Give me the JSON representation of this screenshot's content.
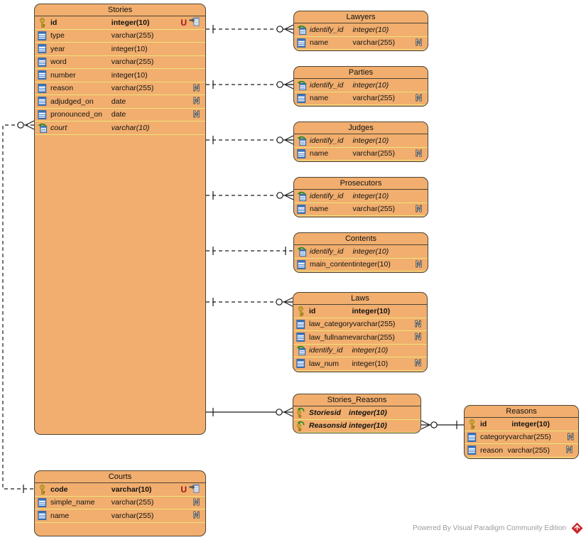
{
  "diagram": {
    "type": "entity-relationship-diagram",
    "background": "#ffffff"
  },
  "colors": {
    "entity_fill": "#F1AE6E",
    "entity_border": "#4D4434",
    "row_separator": "#EDE57A",
    "unique_marker": "#A31515",
    "nullable_marker": "#FFFFFF",
    "wire": "#1a1a1a",
    "footer_text": "#9C9C9C",
    "logo_red": "#C9252B"
  },
  "entities": [
    {
      "title": "Stories",
      "rows": [
        {
          "icon": "pk-icon",
          "name": "id",
          "type": "integer(10)",
          "emphasis": "bold",
          "unique": true
        },
        {
          "icon": "column-icon",
          "name": "type",
          "type": "varchar(255)"
        },
        {
          "icon": "column-icon",
          "name": "year",
          "type": "integer(10)"
        },
        {
          "icon": "column-icon",
          "name": "word",
          "type": "varchar(255)"
        },
        {
          "icon": "column-icon",
          "name": "number",
          "type": "integer(10)"
        },
        {
          "icon": "column-icon",
          "name": "reason",
          "type": "varchar(255)",
          "nullable": true
        },
        {
          "icon": "column-icon",
          "name": "adjudged_on",
          "type": "date",
          "nullable": true
        },
        {
          "icon": "column-icon",
          "name": "pronounced_on",
          "type": "date",
          "nullable": true
        },
        {
          "icon": "fk-icon",
          "name": "court",
          "type": "varchar(10)",
          "emphasis": "italic"
        }
      ]
    },
    {
      "title": "Lawyers",
      "rows": [
        {
          "icon": "fk-icon",
          "name": "identify_id",
          "type": "integer(10)",
          "emphasis": "italic"
        },
        {
          "icon": "column-icon",
          "name": "name",
          "type": "varchar(255)",
          "nullable": true
        }
      ]
    },
    {
      "title": "Parties",
      "rows": [
        {
          "icon": "fk-icon",
          "name": "identify_id",
          "type": "integer(10)",
          "emphasis": "italic"
        },
        {
          "icon": "column-icon",
          "name": "name",
          "type": "varchar(255)",
          "nullable": true
        }
      ]
    },
    {
      "title": "Judges",
      "rows": [
        {
          "icon": "fk-icon",
          "name": "identify_id",
          "type": "integer(10)",
          "emphasis": "italic"
        },
        {
          "icon": "column-icon",
          "name": "name",
          "type": "varchar(255)",
          "nullable": true
        }
      ]
    },
    {
      "title": "Prosecutors",
      "rows": [
        {
          "icon": "fk-icon",
          "name": "identify_id",
          "type": "integer(10)",
          "emphasis": "italic"
        },
        {
          "icon": "column-icon",
          "name": "name",
          "type": "varchar(255)",
          "nullable": true
        }
      ]
    },
    {
      "title": "Contents",
      "rows": [
        {
          "icon": "fk-icon",
          "name": "identify_id",
          "type": "integer(10)",
          "emphasis": "italic"
        },
        {
          "icon": "column-icon",
          "name": "main_content",
          "type": "integer(10)",
          "nullable": true
        }
      ]
    },
    {
      "title": "Laws",
      "rows": [
        {
          "icon": "pk-icon",
          "name": "id",
          "type": "integer(10)",
          "emphasis": "bold"
        },
        {
          "icon": "column-icon",
          "name": "law_category",
          "type": "varchar(255)",
          "nullable": true
        },
        {
          "icon": "column-icon",
          "name": "law_fullname",
          "type": "varchar(255)",
          "nullable": true
        },
        {
          "icon": "fk-icon",
          "name": "identify_id",
          "type": "integer(10)",
          "emphasis": "italic"
        },
        {
          "icon": "column-icon",
          "name": "law_num",
          "type": "integer(10)",
          "nullable": true
        }
      ]
    },
    {
      "title": "Stories_Reasons",
      "rows": [
        {
          "icon": "pk-fk-icon",
          "name": "Storiesid",
          "type": "integer(10)",
          "emphasis": "bold-italic"
        },
        {
          "icon": "pk-fk-icon",
          "name": "Reasonsid",
          "type": "integer(10)",
          "emphasis": "bold-italic"
        }
      ]
    },
    {
      "title": "Reasons",
      "rows": [
        {
          "icon": "pk-icon",
          "name": "id",
          "type": "integer(10)",
          "emphasis": "bold"
        },
        {
          "icon": "column-icon",
          "name": "category",
          "type": "varchar(255)",
          "nullable": true
        },
        {
          "icon": "column-icon",
          "name": "reason",
          "type": "varchar(255)",
          "nullable": true
        }
      ]
    },
    {
      "title": "Courts",
      "rows": [
        {
          "icon": "pk-icon",
          "name": "code",
          "type": "varchar(10)",
          "emphasis": "bold",
          "unique": true
        },
        {
          "icon": "column-icon",
          "name": "simple_name",
          "type": "varchar(255)",
          "nullable": true
        },
        {
          "icon": "column-icon",
          "name": "name",
          "type": "varchar(255)",
          "nullable": true
        }
      ]
    }
  ],
  "relationships": [
    {
      "from": "Stories",
      "to": "Lawyers",
      "from_cardinality": "1",
      "to_cardinality": "0..*",
      "line": "dashed"
    },
    {
      "from": "Stories",
      "to": "Parties",
      "from_cardinality": "1",
      "to_cardinality": "0..*",
      "line": "dashed"
    },
    {
      "from": "Stories",
      "to": "Judges",
      "from_cardinality": "1",
      "to_cardinality": "0..*",
      "line": "dashed"
    },
    {
      "from": "Stories",
      "to": "Prosecutors",
      "from_cardinality": "1",
      "to_cardinality": "0..*",
      "line": "dashed"
    },
    {
      "from": "Stories",
      "to": "Contents",
      "from_cardinality": "1",
      "to_cardinality": "1",
      "line": "dashed"
    },
    {
      "from": "Stories",
      "to": "Laws",
      "from_cardinality": "1",
      "to_cardinality": "0..*",
      "line": "dashed"
    },
    {
      "from": "Stories",
      "to": "Stories_Reasons",
      "from_cardinality": "1",
      "to_cardinality": "0..*",
      "line": "solid"
    },
    {
      "from": "Reasons",
      "to": "Stories_Reasons",
      "from_cardinality": "1",
      "to_cardinality": "0..*",
      "line": "solid"
    },
    {
      "from": "Courts",
      "to": "Stories",
      "from_cardinality": "1",
      "to_cardinality": "0..*",
      "line": "dashed"
    }
  ],
  "markers": {
    "unique_label": "U",
    "nullable_label": "N"
  },
  "footer": {
    "text": "Powered By Visual Paradigm Community Edition"
  }
}
